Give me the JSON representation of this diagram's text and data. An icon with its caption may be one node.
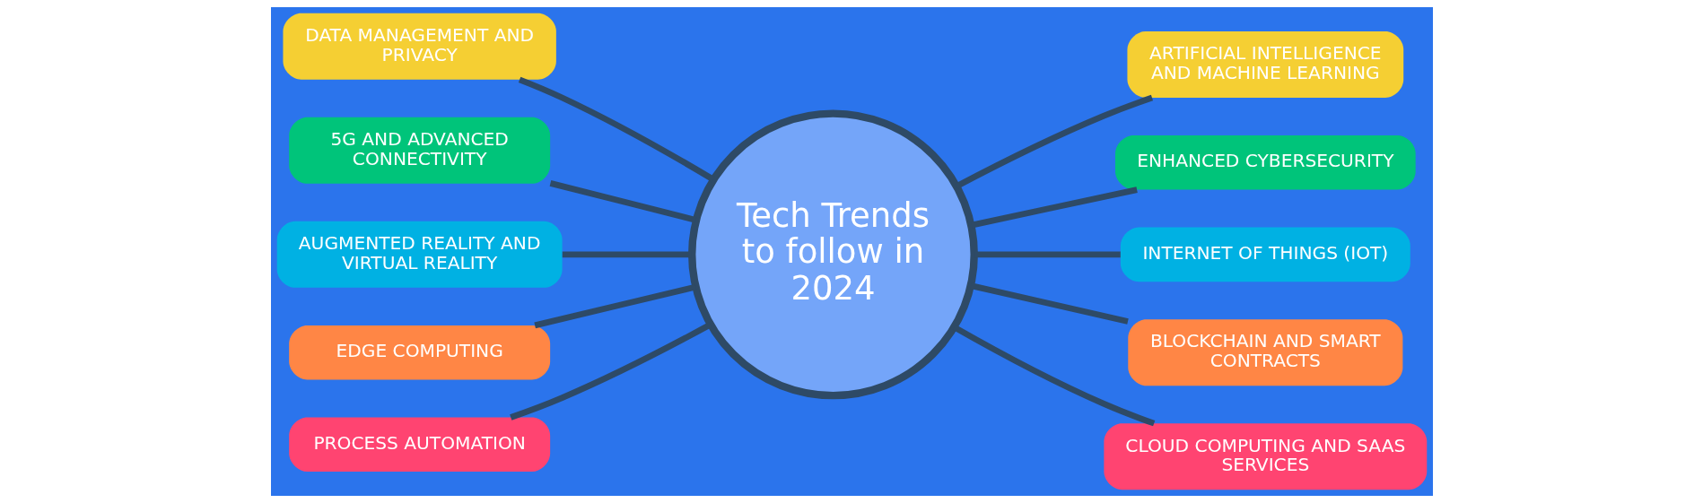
{
  "diagram": {
    "nodes": [
      {
        "text": [
          "Tech Trends to follow in 2024"
        ]
      },
      {
        "text": [
          "DATA MANAGEMENT AND PRIVACY"
        ]
      },
      {
        "text": [
          "ARTIFICIAL INTELLIGENCE AND MACHINE LEARNING"
        ]
      },
      {
        "text": [
          "5G AND ADVANCED CONNECTIVITY"
        ]
      },
      {
        "text": [
          "ENHANCED CYBERSECURITY"
        ]
      },
      {
        "text": [
          "AUGMENTED REALITY AND VIRTUAL REALITY"
        ]
      },
      {
        "text": [
          "INTERNET OF THINGS (IOT)"
        ]
      },
      {
        "text": [
          "EDGE COMPUTING"
        ]
      },
      {
        "text": [
          "BLOCKCHAIN AND SMART CONTRACTS"
        ]
      },
      {
        "text": [
          "PROCESS AUTOMATION"
        ]
      },
      {
        "text": [
          "CLOUD COMPUTING AND SAAS SERVICES"
        ]
      }
    ],
    "edges": [
      {
        "from": 0,
        "to": 1,
        "arrow": "none"
      },
      {
        "from": 0,
        "to": 2,
        "arrow": "none"
      },
      {
        "from": 0,
        "to": 3,
        "arrow": "none"
      },
      {
        "from": 0,
        "to": 4,
        "arrow": "none"
      },
      {
        "from": 0,
        "to": 5,
        "arrow": "none"
      },
      {
        "from": 0,
        "to": 6,
        "arrow": "none"
      },
      {
        "from": 0,
        "to": 7,
        "arrow": "none"
      },
      {
        "from": 0,
        "to": 8,
        "arrow": "none"
      },
      {
        "from": 0,
        "to": 9,
        "arrow": "none"
      },
      {
        "from": 0,
        "to": 10,
        "arrow": "none"
      }
    ]
  }
}
